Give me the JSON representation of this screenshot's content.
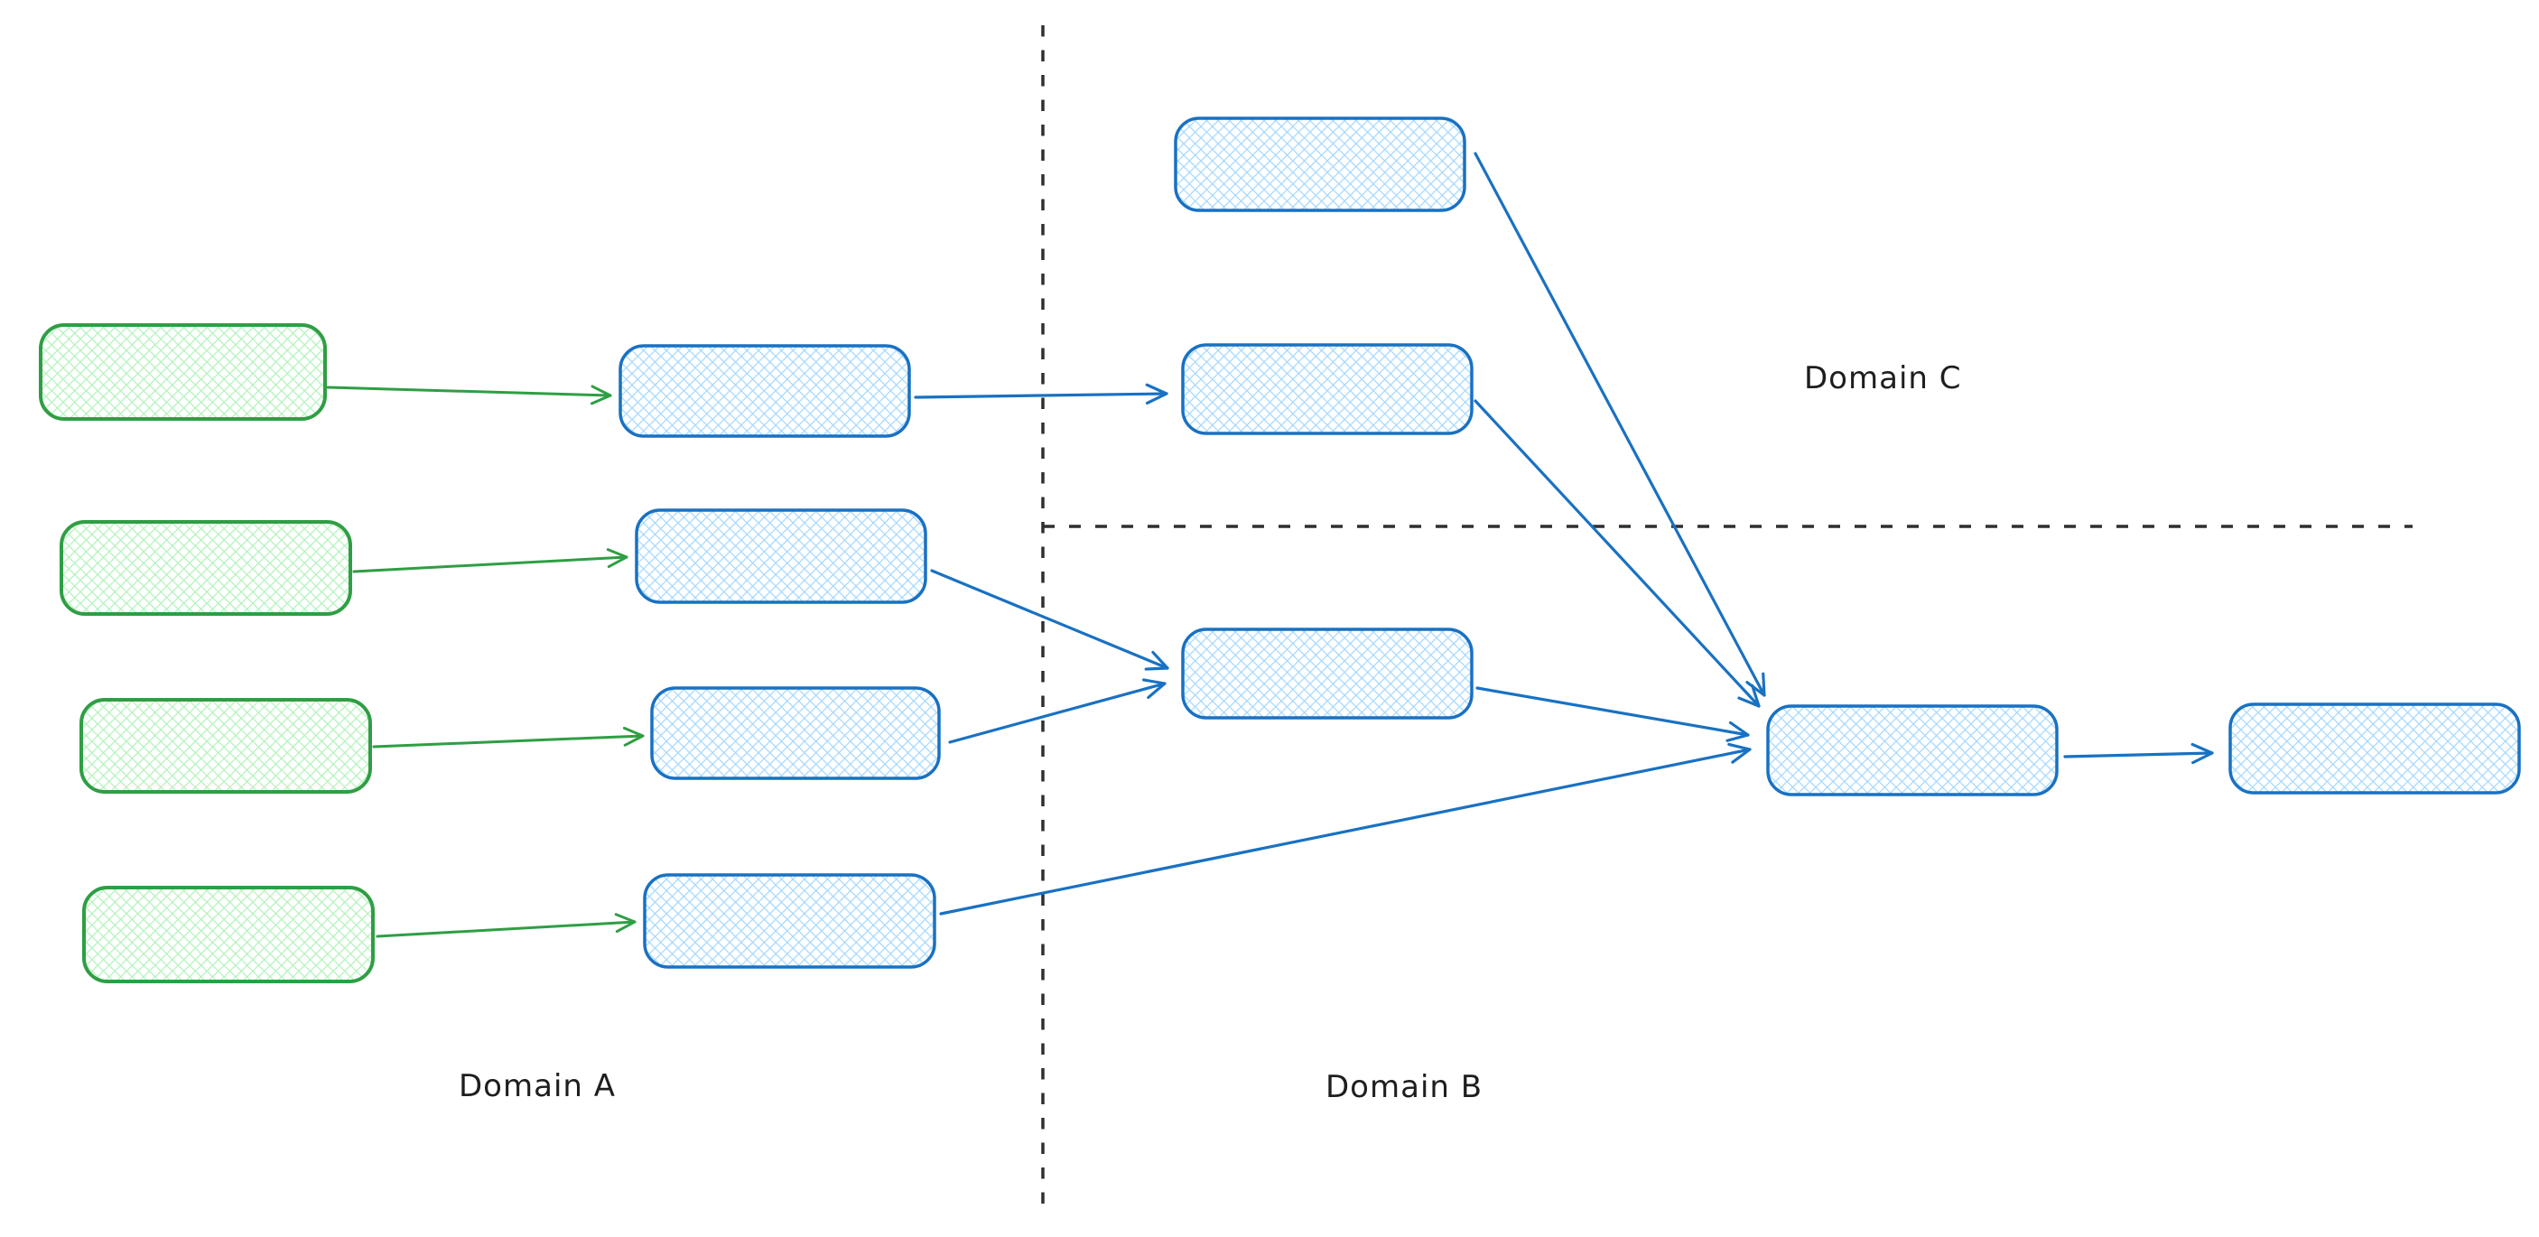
{
  "labels": {
    "domain_a": "Domain A",
    "domain_b": "Domain B",
    "domain_c": "Domain C"
  },
  "colors": {
    "green_stroke": "#2f9e44",
    "green_fill": "#b2f2bb",
    "blue_stroke": "#1971c2",
    "blue_fill": "#a5d8ff",
    "boundary": "#2f2f2f",
    "label_text": "#1e1e1e"
  },
  "diagram": {
    "domains": [
      {
        "id": "A",
        "label": "Domain A"
      },
      {
        "id": "B",
        "label": "Domain B"
      },
      {
        "id": "C",
        "label": "Domain C"
      }
    ],
    "nodes": [
      {
        "id": "a-source-1",
        "domain": "A",
        "variant": "green",
        "text": ""
      },
      {
        "id": "a-source-2",
        "domain": "A",
        "variant": "green",
        "text": ""
      },
      {
        "id": "a-source-3",
        "domain": "A",
        "variant": "green",
        "text": ""
      },
      {
        "id": "a-source-4",
        "domain": "A",
        "variant": "green",
        "text": ""
      },
      {
        "id": "a-stage-1",
        "domain": "A",
        "variant": "blue",
        "text": ""
      },
      {
        "id": "a-stage-2",
        "domain": "A",
        "variant": "blue",
        "text": ""
      },
      {
        "id": "a-stage-3",
        "domain": "A",
        "variant": "blue",
        "text": ""
      },
      {
        "id": "a-stage-4",
        "domain": "A",
        "variant": "blue",
        "text": ""
      },
      {
        "id": "c-top",
        "domain": "C",
        "variant": "blue",
        "text": ""
      },
      {
        "id": "c-upper",
        "domain": "C",
        "variant": "blue",
        "text": ""
      },
      {
        "id": "b-merge",
        "domain": "B",
        "variant": "blue",
        "text": ""
      },
      {
        "id": "b-hub",
        "domain": "B",
        "variant": "blue",
        "text": ""
      },
      {
        "id": "b-output",
        "domain": "B",
        "variant": "blue",
        "text": ""
      }
    ],
    "edges": [
      {
        "from": "a-source-1",
        "to": "a-stage-1",
        "color": "green"
      },
      {
        "from": "a-source-2",
        "to": "a-stage-2",
        "color": "green"
      },
      {
        "from": "a-source-3",
        "to": "a-stage-3",
        "color": "green"
      },
      {
        "from": "a-source-4",
        "to": "a-stage-4",
        "color": "green"
      },
      {
        "from": "a-stage-1",
        "to": "c-upper",
        "color": "blue"
      },
      {
        "from": "a-stage-2",
        "to": "b-merge",
        "color": "blue"
      },
      {
        "from": "a-stage-3",
        "to": "b-merge",
        "color": "blue"
      },
      {
        "from": "a-stage-4",
        "to": "b-hub",
        "color": "blue"
      },
      {
        "from": "c-top",
        "to": "b-hub",
        "color": "blue"
      },
      {
        "from": "c-upper",
        "to": "b-hub",
        "color": "blue"
      },
      {
        "from": "b-merge",
        "to": "b-hub",
        "color": "blue"
      },
      {
        "from": "b-hub",
        "to": "b-output",
        "color": "blue"
      }
    ]
  }
}
